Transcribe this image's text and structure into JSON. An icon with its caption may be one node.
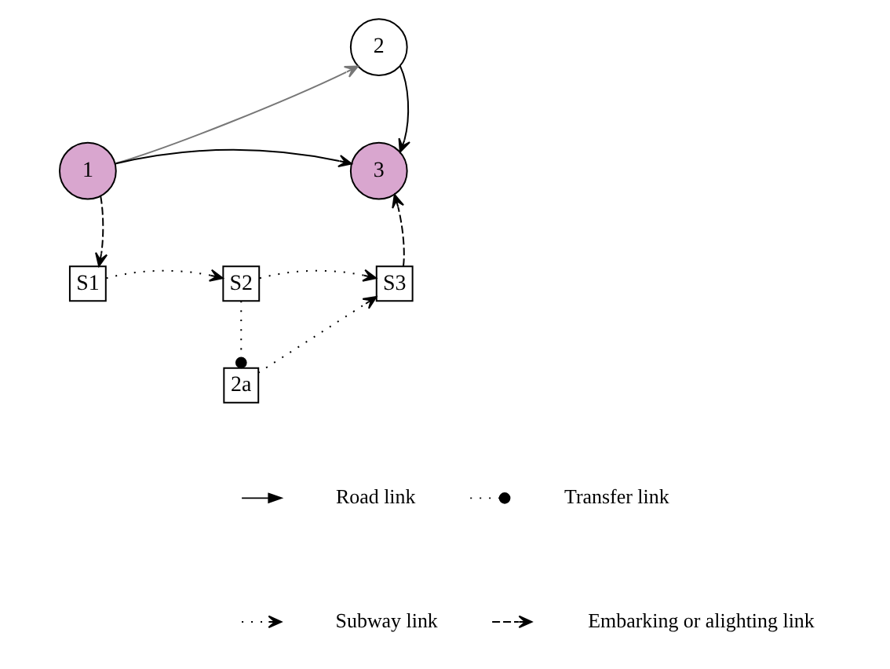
{
  "diagram": {
    "nodes": [
      {
        "text": [
          "1"
        ]
      },
      {
        "text": [
          "2"
        ]
      },
      {
        "text": [
          "3"
        ]
      },
      {
        "text": [
          "S1"
        ]
      },
      {
        "text": [
          "S2"
        ]
      },
      {
        "text": [
          "S3"
        ]
      },
      {
        "text": [
          "2a"
        ]
      }
    ],
    "edges": [
      {
        "from": 0,
        "to": 1,
        "arrow": "to",
        "color": "#777777"
      },
      {
        "from": 1,
        "to": 2,
        "arrow": "to"
      },
      {
        "from": 0,
        "to": 2,
        "arrow": "to"
      },
      {
        "from": 0,
        "to": 3,
        "arrow": "to",
        "style": "dashed"
      },
      {
        "from": 3,
        "to": 4,
        "arrow": "to",
        "style": "dashed"
      },
      {
        "from": 4,
        "to": 5,
        "arrow": "to",
        "style": "dashed"
      },
      {
        "from": 5,
        "to": 2,
        "arrow": "to",
        "style": "dashed"
      },
      {
        "from": 4,
        "to": 6,
        "arrow": "other",
        "style": "dashed"
      },
      {
        "from": 6,
        "to": 5,
        "arrow": "to",
        "style": "dashed"
      }
    ],
    "legend": [
      {
        "text": "Road link"
      },
      {
        "text": "Transfer link"
      },
      {
        "text": "Subway link"
      },
      {
        "text": "Embarking or alighting link"
      }
    ]
  }
}
